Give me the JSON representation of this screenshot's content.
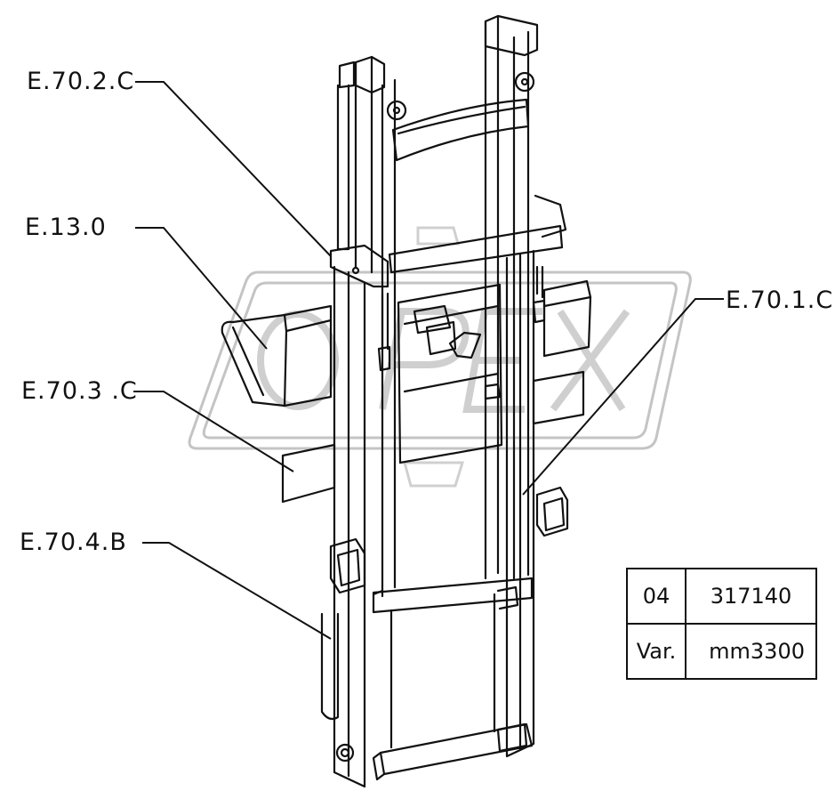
{
  "callouts": [
    {
      "text": "E.70.2.C"
    },
    {
      "text": "E.13.0"
    },
    {
      "text": "E.70.3 .C"
    },
    {
      "text": "E.70.4.B"
    },
    {
      "text": "E.70.1.C"
    }
  ],
  "info_table": {
    "rows": [
      {
        "key": "04",
        "value": "317140"
      },
      {
        "key": "Var.",
        "value": "mm3300"
      }
    ]
  },
  "watermark": {
    "text": "OPEX",
    "color": "#c8c8c8"
  },
  "colors": {
    "ink": "#111111",
    "background": "#ffffff"
  }
}
